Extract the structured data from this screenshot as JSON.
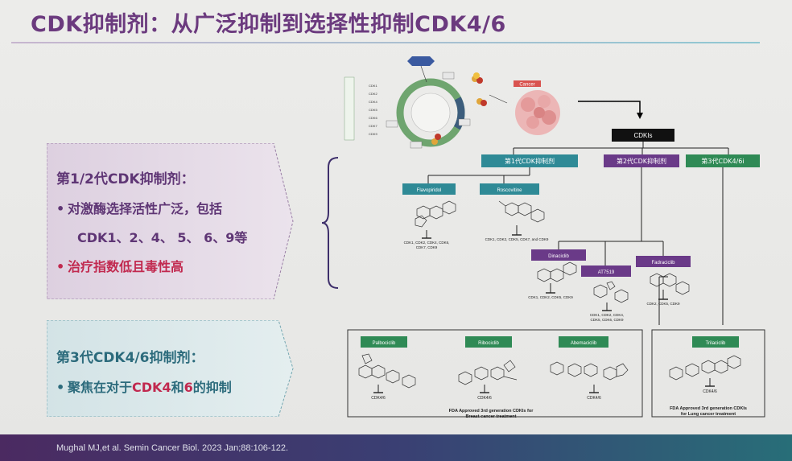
{
  "title": "CDK抑制剂：从广泛抑制到选择性抑制CDK4/6",
  "panel1": {
    "heading": "第1/2代CDK抑制剂：",
    "bullets": [
      "对激酶选择活性广泛，包括",
      "CDK1、2、4、 5、 6、9等",
      "治疗指数低且毒性高"
    ]
  },
  "panel2": {
    "heading": "第3代CDK4/6抑制剂：",
    "bullet_prefix": "聚焦在对于",
    "bullet_highlight1": "CDK4",
    "bullet_mid": "和",
    "bullet_highlight2": "6",
    "bullet_suffix": "的抑制"
  },
  "figure": {
    "cancer_label": "Cancer",
    "cdki_root": "CDKIs",
    "gen1_label": "第1代CDK抑制剂",
    "gen2_label": "第2代CDK抑制剂",
    "gen3_label": "第3代CDK4/6i",
    "flavopiridol": "Flavopiridol",
    "roscovitine": "Roscovitine",
    "flavopiridol_targets1": "CDK1, CDK2, CDK4, CDK6,",
    "flavopiridol_targets2": "CDK7, CDK9",
    "roscovitine_targets": "CDK1, CDK2, CDK5, CDK7, and CDK9",
    "dinaciclib": "Dinaciclib",
    "dinaciclib_targets": "CDK1, CDK2, CDK5, CDK9",
    "at7519": "AT7519",
    "at7519_targets1": "CDK1, CDK2, CDK4,",
    "at7519_targets2": "CDK5, CDK6, CDK9",
    "fadraciclib": "Fadraciclib",
    "fadraciclib_targets": "CDK2, CDK5, CDK9",
    "palbociclib": "Palbociclib",
    "ribociclib": "Ribociclib",
    "abemaciclib": "Abemaciclib",
    "trilaciclib": "Trilaciclib",
    "target_46": "CDK4/6",
    "breast_caption1": "FDA Approved 3rd generation CDKIs for",
    "breast_caption2": "Breast cancer treatment",
    "lung_caption1": "FDA Approved 3rd generation CDKIs",
    "lung_caption2": "for Lung cancer treatment",
    "cycle_cdks": [
      "CDK1",
      "CDK2",
      "CDK4",
      "CDK5",
      "CDK6",
      "CDK7",
      "CDK9"
    ]
  },
  "footer": {
    "citation": "Mughal MJ,et al. Semin Cancer Biol. 2023 Jan;88:106-122."
  },
  "colors": {
    "title": "#6b3a7e",
    "gen1": "#2f8a96",
    "gen2": "#6a3a88",
    "gen3": "#2f8a55",
    "highlight": "#c1294f"
  }
}
